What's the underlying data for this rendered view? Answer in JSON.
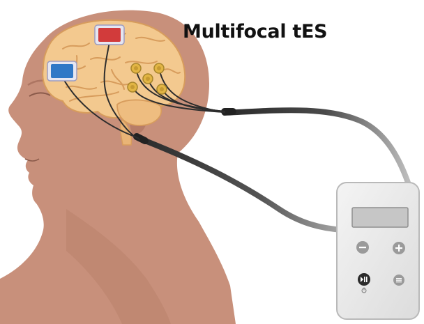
{
  "title": "Multifocal tES",
  "colors": {
    "skin": "#c8907b",
    "skin_dark": "#a8705c",
    "brain": "#f3c98f",
    "brain_line": "#d79c5c",
    "anode": "#d23b3b",
    "cathode": "#2f78c6",
    "hd_electrode": "#e2b544",
    "cable": "#3a3a3a",
    "device": "#e9e9e9",
    "screen": "#c6c6c6",
    "button": "#9a9a9a"
  },
  "icons": {
    "anode": "red-anode-electrode",
    "cathode": "blue-cathode-electrode",
    "hd_array": "hd-ring-electrodes",
    "minus": "minus-icon",
    "plus": "plus-icon",
    "play_pause": "play-pause-icon",
    "power": "power-icon",
    "menu": "menu-icon"
  },
  "device": {
    "screen_text": ""
  }
}
